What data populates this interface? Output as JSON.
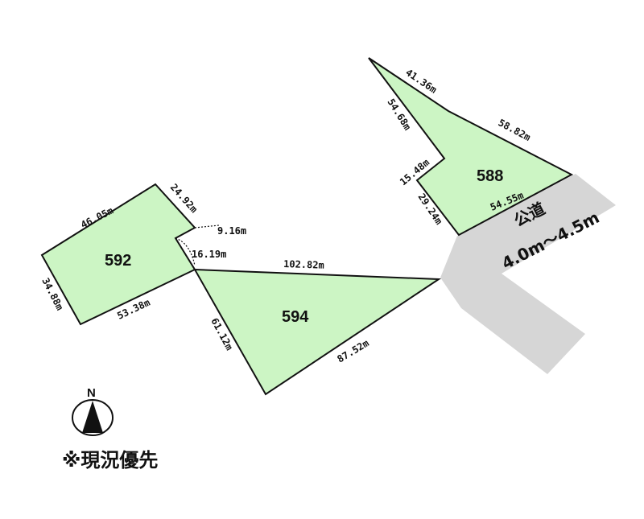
{
  "lots": {
    "lot_592": {
      "number": "592",
      "dims": [
        "46.05m",
        "24.92m",
        "9.16m",
        "16.19m",
        "34.88m",
        "53.38m"
      ]
    },
    "lot_594": {
      "number": "594",
      "dims": [
        "102.82m",
        "61.12m",
        "87.52m"
      ]
    },
    "lot_588": {
      "number": "588",
      "dims": [
        "41.36m",
        "54.68m",
        "58.82m",
        "15.48m",
        "29.24m",
        "54.55m"
      ]
    }
  },
  "road": {
    "label": "公道",
    "width": "4.0m～4.5m"
  },
  "compass": {
    "label": "N"
  },
  "note": "※現況優先",
  "colors": {
    "lot_fill": "#ccf5c4",
    "road_fill": "#d6d6d6",
    "line": "#111111"
  }
}
